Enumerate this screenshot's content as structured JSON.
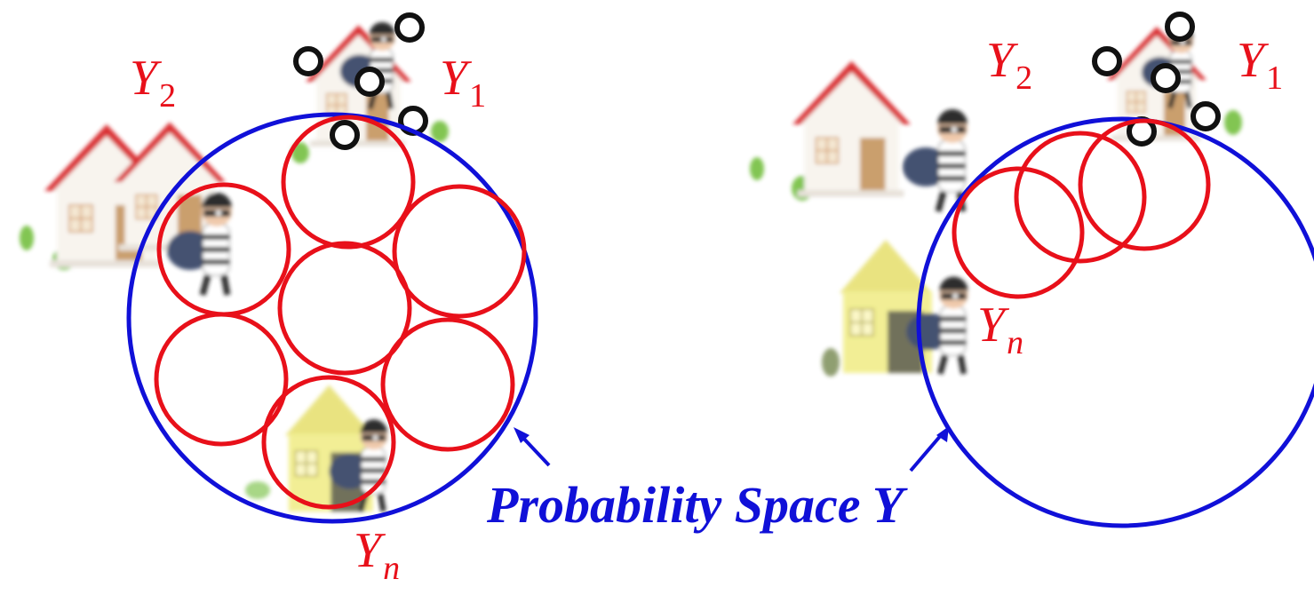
{
  "labels": {
    "left_y1": {
      "base": "Y",
      "sub": "1"
    },
    "left_y2": {
      "base": "Y",
      "sub": "2"
    },
    "left_yn": {
      "base": "Y",
      "sub": "n"
    },
    "right_y1": {
      "base": "Y",
      "sub": "1"
    },
    "right_y2": {
      "base": "Y",
      "sub": "2"
    },
    "right_yn": {
      "base": "Y",
      "sub": "n"
    }
  },
  "caption": "Probability Space Y",
  "colors": {
    "space_circle": "#1010d8",
    "subset_circle": "#e8101a",
    "label": "#e8101a",
    "caption": "#1010d8",
    "house_white": "#f8f4ee",
    "house_yellow": "#f2ee90",
    "roof_red": "#d8282c",
    "bush_green": "#7cc24a"
  },
  "icons": [
    "house-icon",
    "burglar-icon",
    "money-bag-icon",
    "bush-icon"
  ]
}
